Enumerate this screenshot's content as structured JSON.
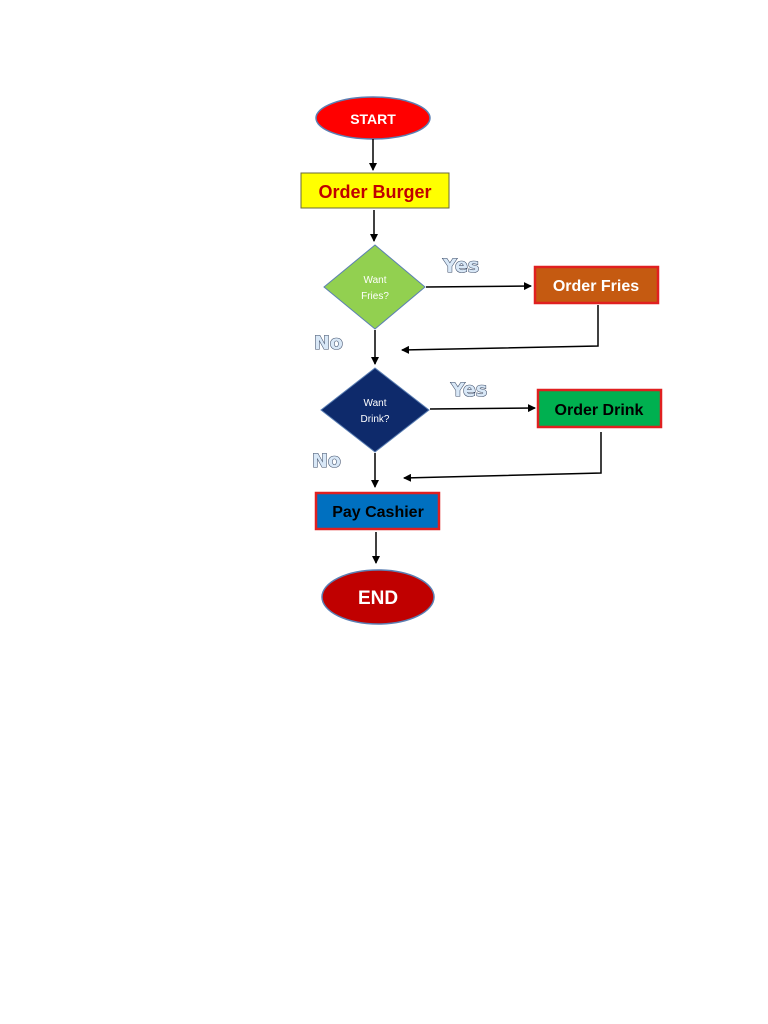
{
  "flowchart": {
    "nodes": {
      "start": {
        "label": "START",
        "shape": "ellipse",
        "fill": "#ff0000",
        "text_color": "#ffffff"
      },
      "order_burger": {
        "label": "Order Burger",
        "shape": "rectangle",
        "fill": "#ffff00",
        "text_color": "#c00000"
      },
      "want_fries": {
        "label_line1": "Want",
        "label_line2": "Fries?",
        "shape": "diamond",
        "fill": "#92d050",
        "text_color": "#ffffff"
      },
      "order_fries": {
        "label": "Order Fries",
        "shape": "rectangle",
        "fill": "#c55a11",
        "border": "#e02020",
        "text_color": "#ffffff"
      },
      "want_drink": {
        "label_line1": "Want",
        "label_line2": "Drink?",
        "shape": "diamond",
        "fill": "#0e2a6b",
        "text_color": "#ffffff"
      },
      "order_drink": {
        "label": "Order Drink",
        "shape": "rectangle",
        "fill": "#00b050",
        "border": "#e02020",
        "text_color": "#000000"
      },
      "pay_cashier": {
        "label": "Pay Cashier",
        "shape": "rectangle",
        "fill": "#0070c0",
        "border": "#e02020",
        "text_color": "#000000"
      },
      "end": {
        "label": "END",
        "shape": "ellipse",
        "fill": "#c00000",
        "text_color": "#ffffff"
      }
    },
    "edges": {
      "fries_yes": "Yes",
      "fries_no": "No",
      "drink_yes": "Yes",
      "drink_no": "No"
    }
  }
}
